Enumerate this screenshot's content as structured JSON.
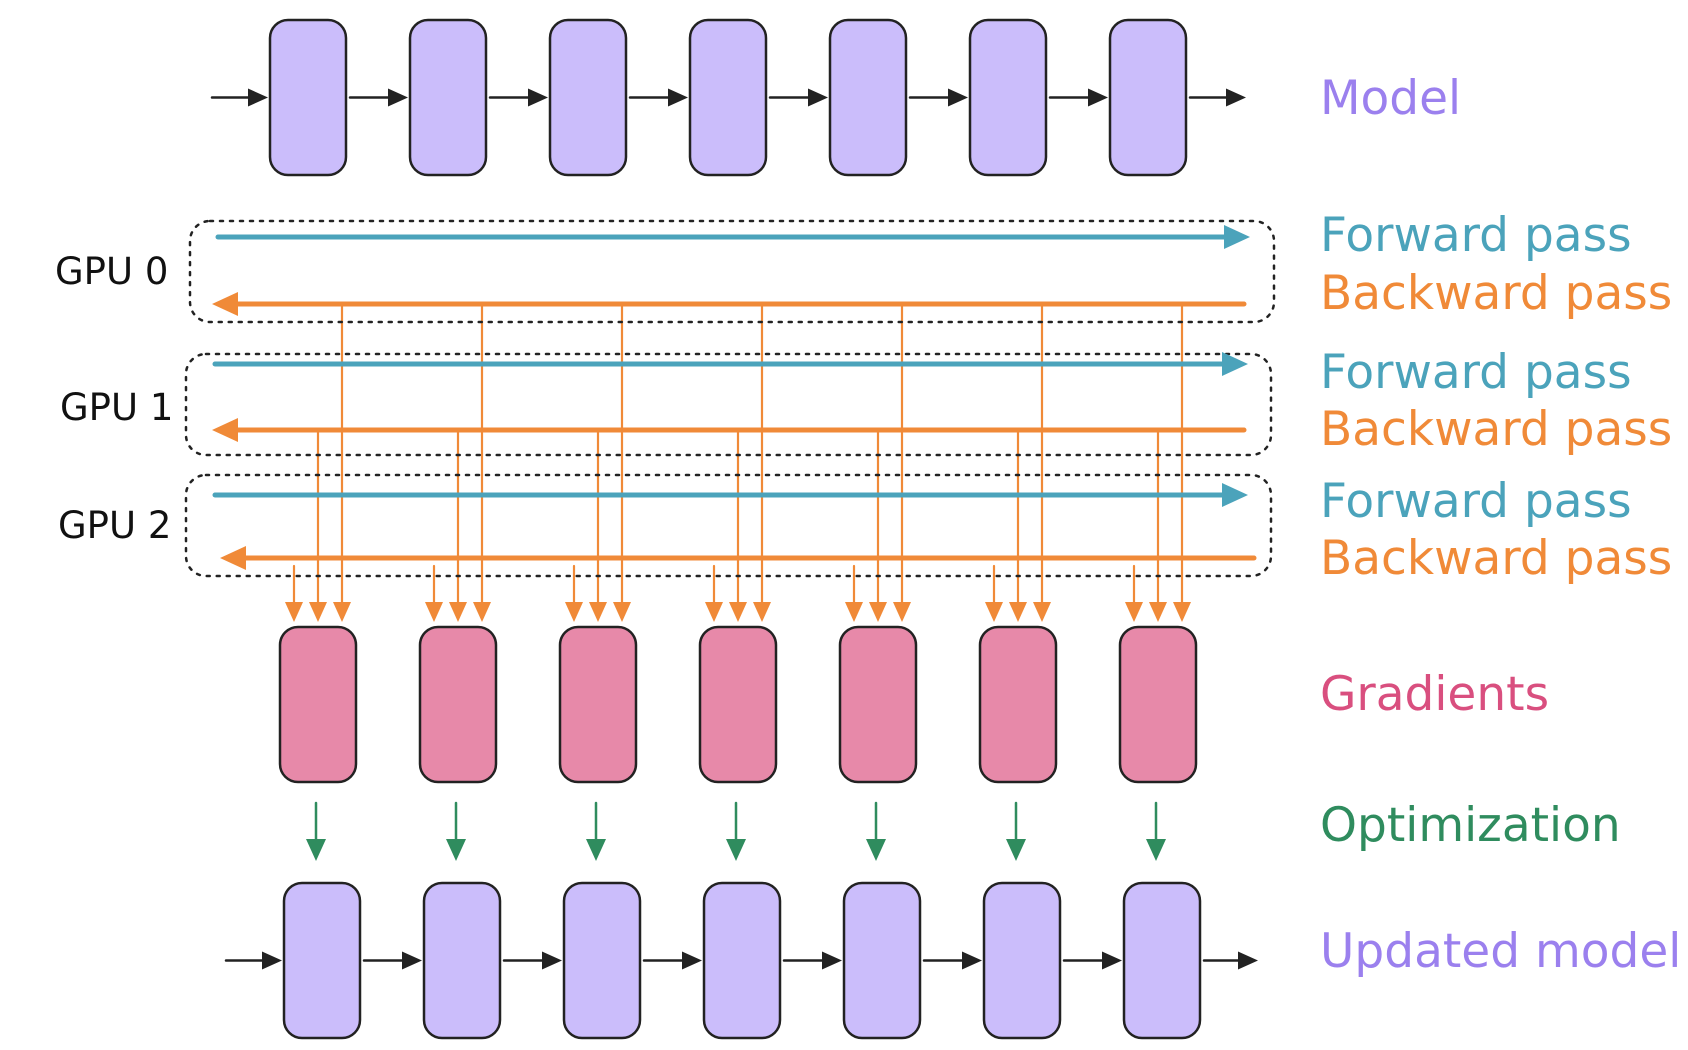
{
  "colors": {
    "model_fill": "#cbbdfb",
    "gradient_fill": "#e789a9",
    "stroke": "#222222",
    "forward": "#4ba3bb",
    "backward": "#f08a38",
    "optimization": "#2f8c5e",
    "model_text": "#9b80ee",
    "gradient_text": "#d94f7f"
  },
  "labels": {
    "model": "Model",
    "forward_pass": "Forward pass",
    "backward_pass": "Backward pass",
    "gradients": "Gradients",
    "optimization": "Optimization",
    "updated_model": "Updated model"
  },
  "gpus": [
    {
      "label": "GPU 0"
    },
    {
      "label": "GPU 1"
    },
    {
      "label": "GPU 2"
    }
  ],
  "layer_count": 7
}
